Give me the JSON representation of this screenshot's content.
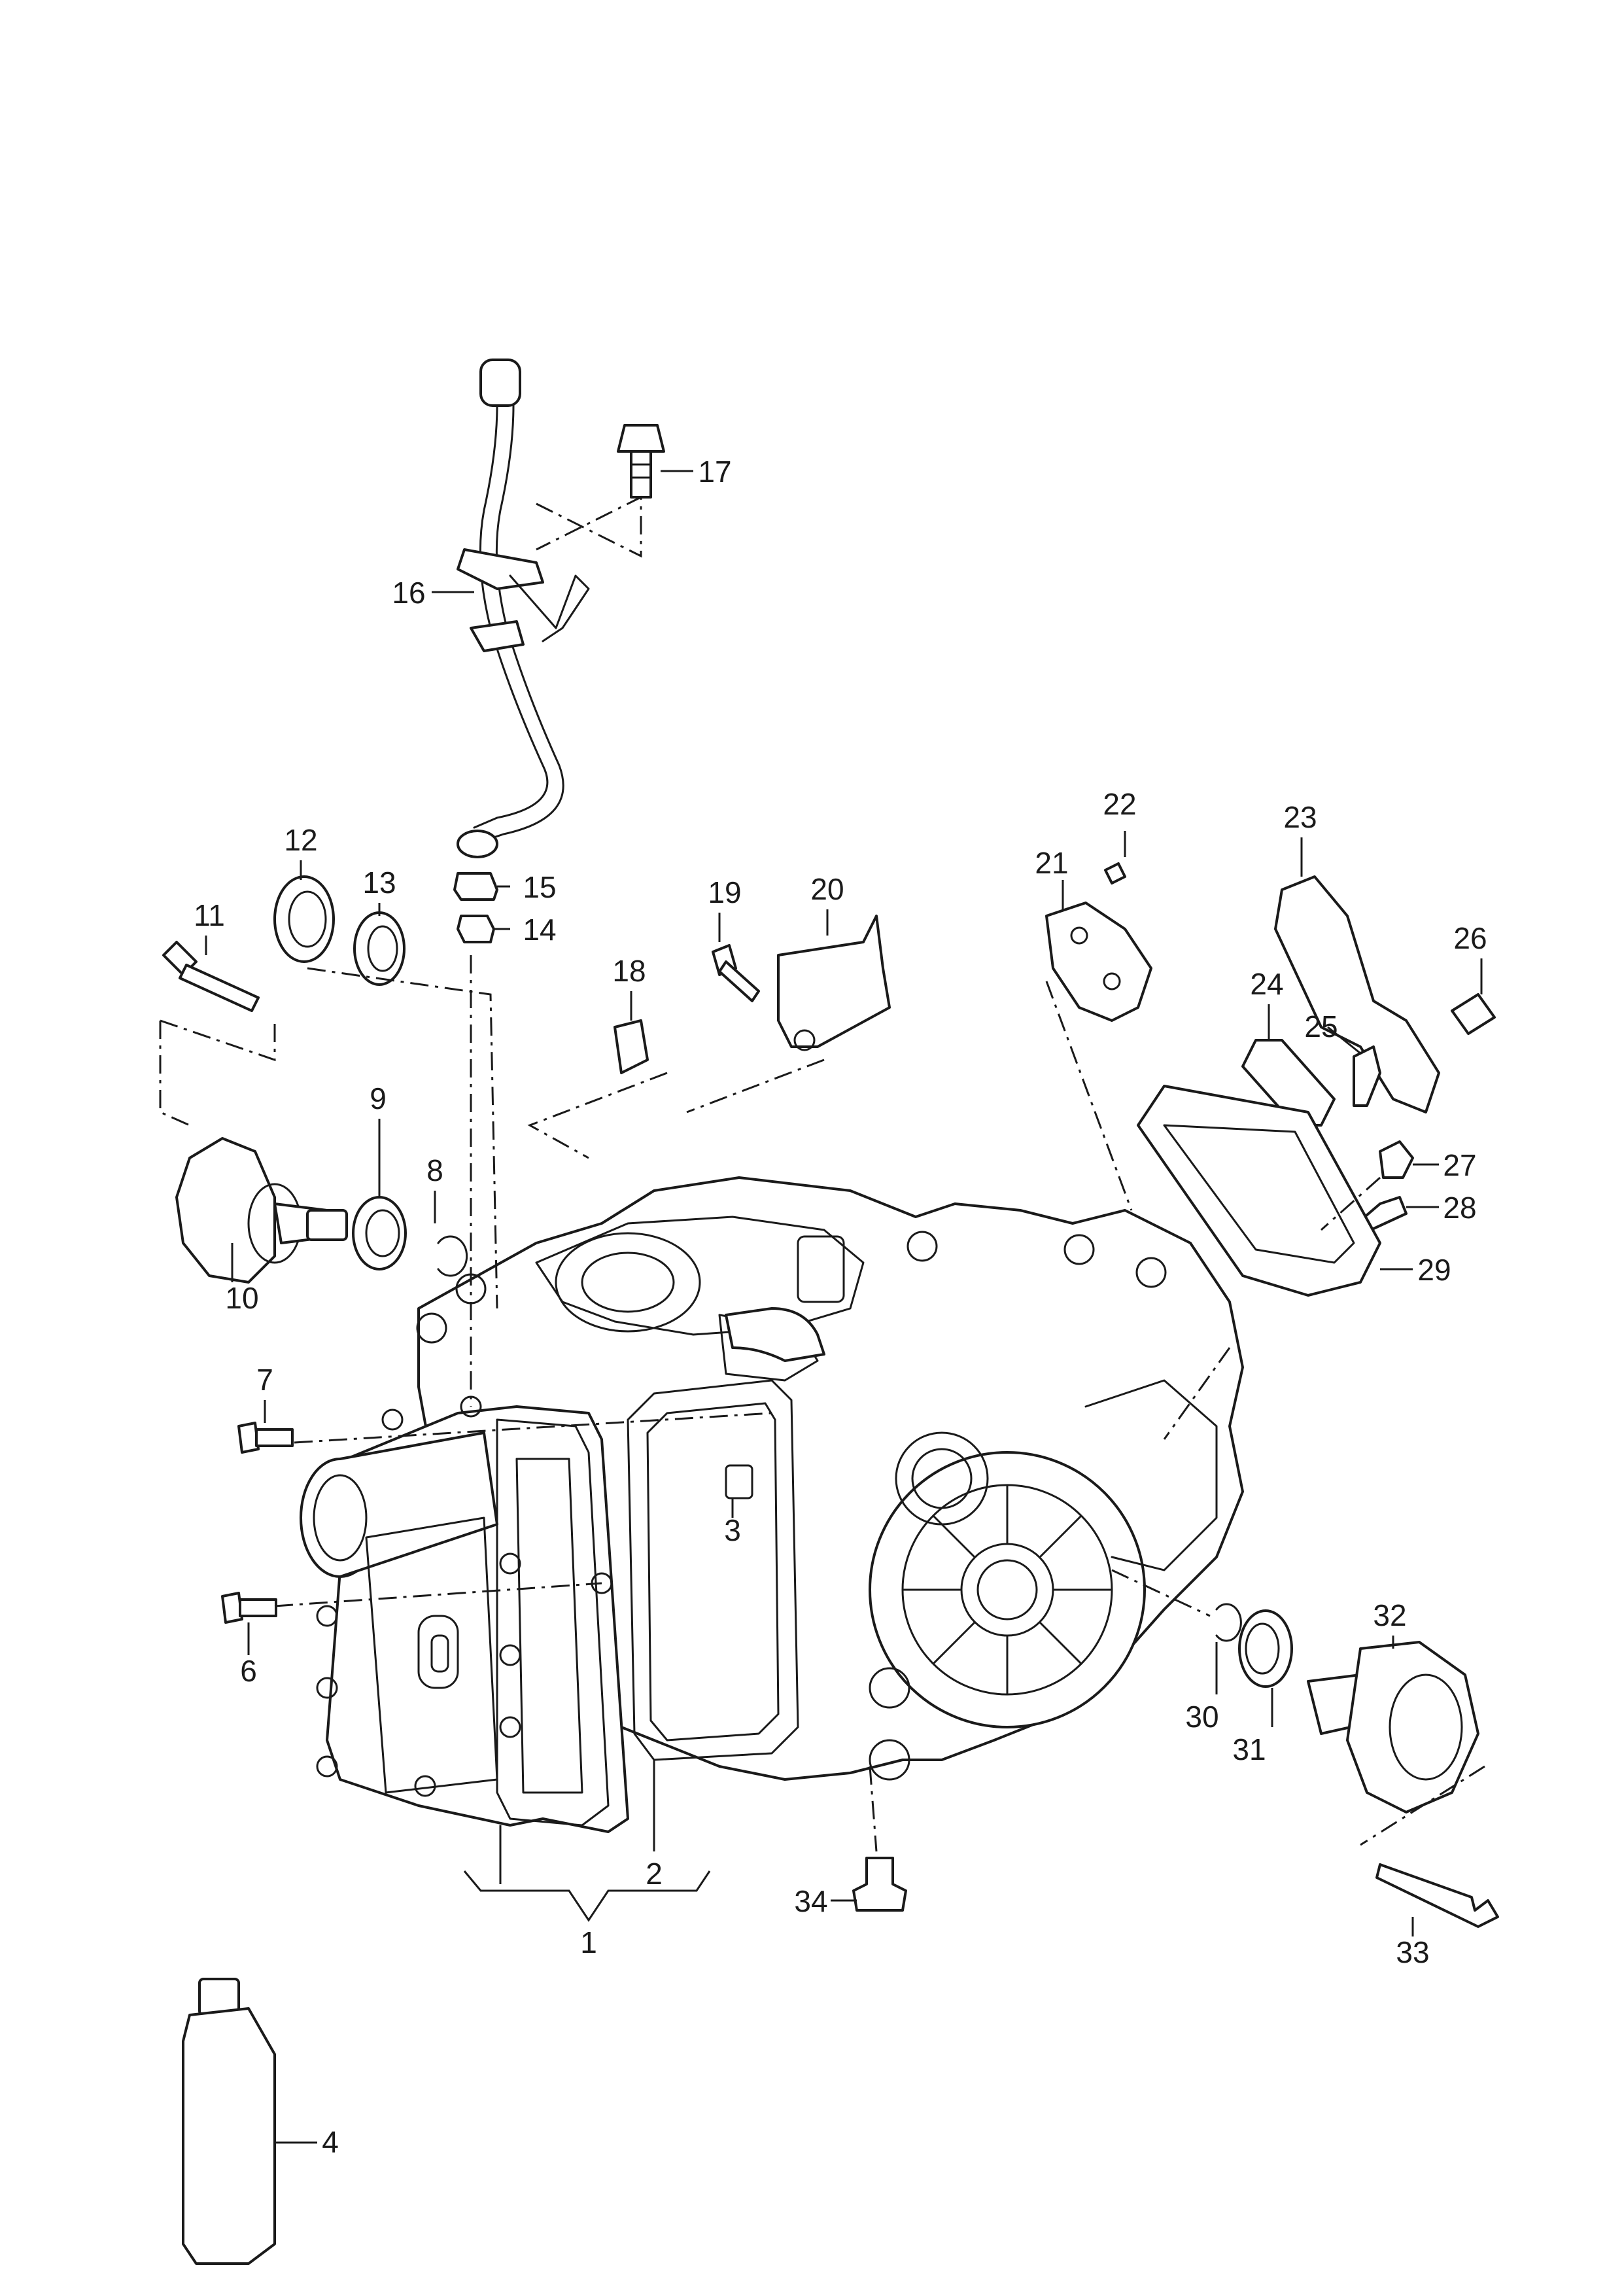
{
  "callouts": [
    {
      "id": "1",
      "label": "1"
    },
    {
      "id": "2",
      "label": "2"
    },
    {
      "id": "3",
      "label": "3"
    },
    {
      "id": "4",
      "label": "4"
    },
    {
      "id": "6",
      "label": "6"
    },
    {
      "id": "7",
      "label": "7"
    },
    {
      "id": "8",
      "label": "8"
    },
    {
      "id": "9",
      "label": "9"
    },
    {
      "id": "10",
      "label": "10"
    },
    {
      "id": "11",
      "label": "11"
    },
    {
      "id": "12",
      "label": "12"
    },
    {
      "id": "13",
      "label": "13"
    },
    {
      "id": "14",
      "label": "14"
    },
    {
      "id": "15",
      "label": "15"
    },
    {
      "id": "16",
      "label": "16"
    },
    {
      "id": "17",
      "label": "17"
    },
    {
      "id": "18",
      "label": "18"
    },
    {
      "id": "19",
      "label": "19"
    },
    {
      "id": "20",
      "label": "20"
    },
    {
      "id": "21",
      "label": "21"
    },
    {
      "id": "22",
      "label": "22"
    },
    {
      "id": "23",
      "label": "23"
    },
    {
      "id": "24",
      "label": "24"
    },
    {
      "id": "25",
      "label": "25"
    },
    {
      "id": "26",
      "label": "26"
    },
    {
      "id": "27",
      "label": "27"
    },
    {
      "id": "28",
      "label": "28"
    },
    {
      "id": "29",
      "label": "29"
    },
    {
      "id": "30",
      "label": "30"
    },
    {
      "id": "31",
      "label": "31"
    },
    {
      "id": "32",
      "label": "32"
    },
    {
      "id": "33",
      "label": "33"
    },
    {
      "id": "34",
      "label": "34"
    }
  ],
  "colors": {
    "line": "#1a1a1a",
    "background": "#ffffff"
  }
}
